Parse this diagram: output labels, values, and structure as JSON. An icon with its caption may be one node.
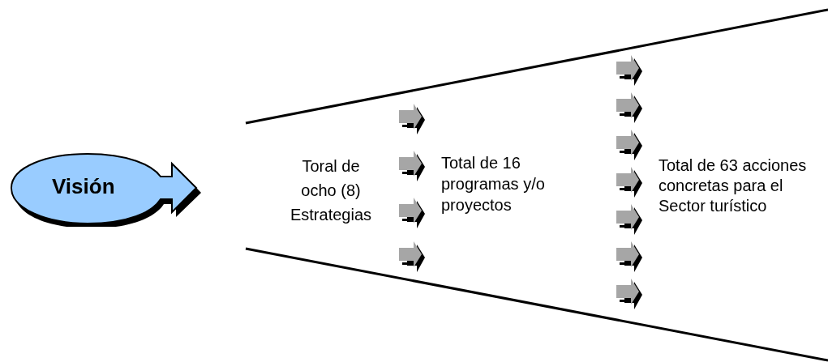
{
  "diagram": {
    "nodes": [
      {
        "text": [
          "Visión"
        ]
      },
      {
        "text": [
          "Toral de ocho (8) Estrategias"
        ]
      },
      {
        "text": [
          "Total de 16 programas y/o proyectos"
        ]
      },
      {
        "text": [
          "Total de 63 acciones concretas para el Sector turístico"
        ]
      }
    ],
    "edges": [
      {
        "from": 1,
        "to": 2,
        "arrow": "to"
      },
      {
        "from": 1,
        "to": 2,
        "arrow": "to"
      }
    ]
  }
}
